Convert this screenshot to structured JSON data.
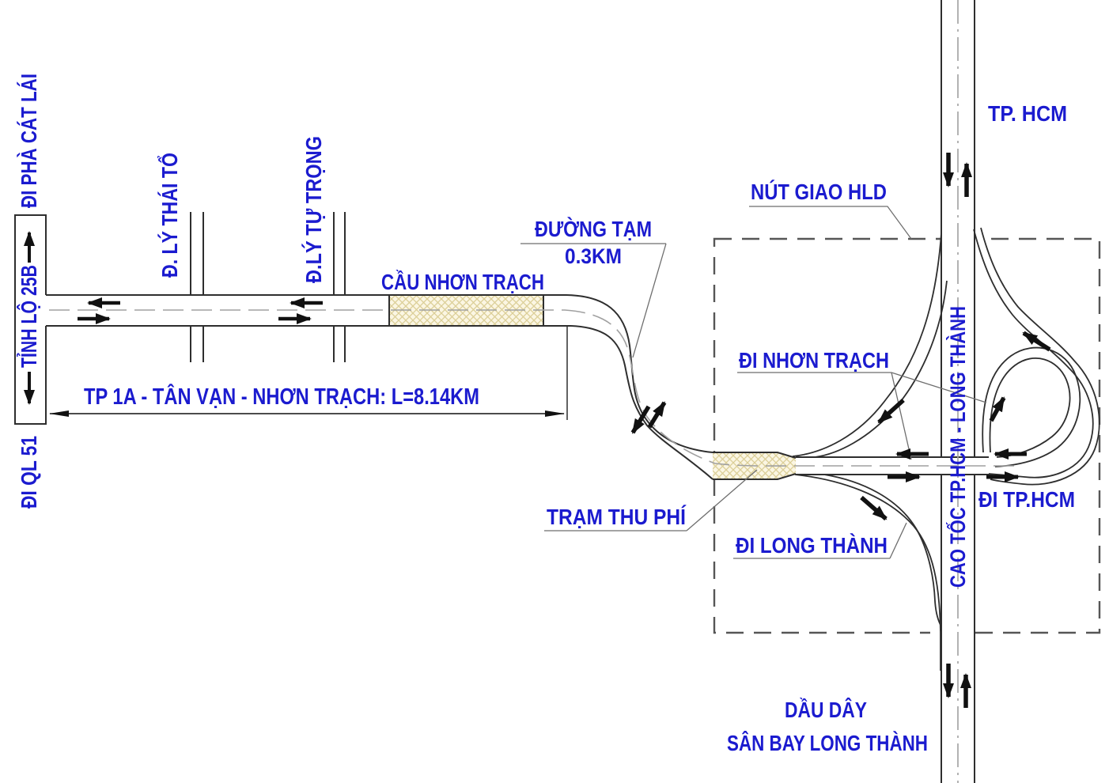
{
  "diagram": {
    "title_note": "Road interchange schematic",
    "labels": {
      "tp_hcm_top": "TP. HCM",
      "nut_giao_hld": "NÚT GIAO HLD",
      "duong_tam_line1": "ĐƯỜNG TẠM",
      "duong_tam_line2": "0.3KM",
      "cau_nhon_trach": "CẦU NHƠN TRẠCH",
      "di_nhon_trach": "ĐI NHƠN TRẠCH",
      "route_dimension": "TP 1A - TÂN VẠN - NHƠN TRẠCH: L=8.14KM",
      "tram_thu_phi": "TRẠM THU PHÍ",
      "di_tp_hcm": "ĐI TP.HCM",
      "di_long_thanh": "ĐI LONG THÀNH",
      "dau_day": "DẦU DÂY",
      "san_bay_long_thanh": "SÂN BAY LONG THÀNH",
      "di_pha_cat_lai": "ĐI PHÀ CÁT LÁI",
      "tinh_lo_25b": "TỈNH LỘ 25B",
      "di_ql_51": "ĐI QL 51",
      "d_ly_thai_to": "Đ. LÝ THÁI TỔ",
      "d_ly_tu_trong": "Đ.LÝ TỰ TRỌNG",
      "cao_toc": "CAO TỐC  TP.HCM - LONG THÀNH"
    },
    "colors": {
      "label_blue": "#1b1bcf",
      "line_dark": "#2e2e2e",
      "centerline_gray": "#a0a0a0",
      "dashed_boundary_gray": "#565656",
      "hatch_fill": "#fbf6e3",
      "hatch_line": "#dccf97",
      "arrow_black": "#111111"
    }
  }
}
